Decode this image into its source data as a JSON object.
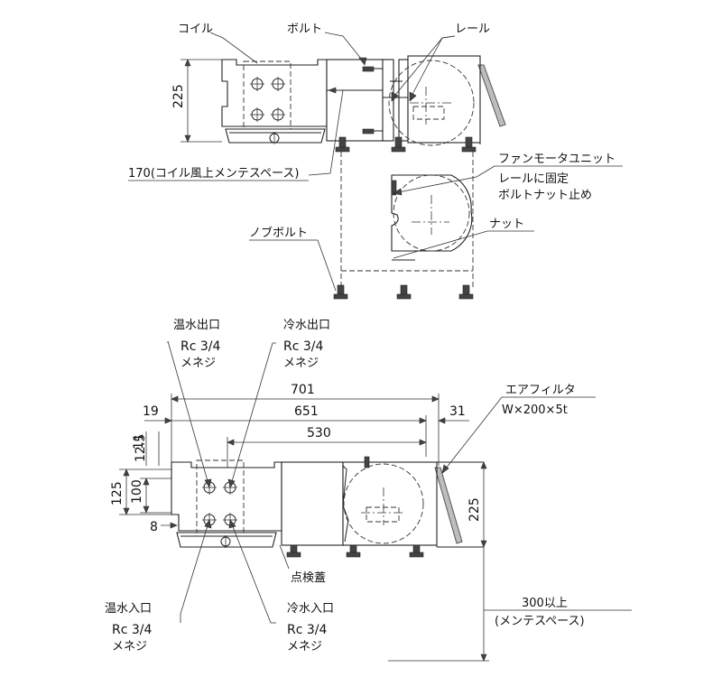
{
  "labels": {
    "coil": "コイル",
    "bolt": "ボルト",
    "rail": "レール",
    "coil_maint_space": "170(コイル風上メンテスペース)",
    "fan_motor_unit": "ファンモータユニット",
    "rail_fix_line1": "レールに固定",
    "rail_fix_line2": "ボルトナット止め",
    "nut": "ナット",
    "no_bolt": "ノブボルト",
    "hot_water_out": "温水出口",
    "hot_water_out_spec": "Rc 3/4",
    "hot_water_out_type": "メネジ",
    "cold_water_out": "冷水出口",
    "cold_water_out_spec": "Rc 3/4",
    "cold_water_out_type": "メネジ",
    "air_filter": "エアフィルタ",
    "air_filter_size": "W×200×5t",
    "inspection_lid": "点検蓋",
    "hot_water_in": "温水入口",
    "hot_water_in_spec": "Rc 3/4",
    "hot_water_in_type": "メネジ",
    "cold_water_in": "冷水入口",
    "cold_water_in_spec": "Rc 3/4",
    "cold_water_in_type": "メネジ",
    "maint_space_line1": "300以上",
    "maint_space_line2": "(メンテスペース)"
  },
  "dimensions": {
    "top_height": "225",
    "overall_width": "701",
    "width_651": "651",
    "width_530": "530",
    "offset_19": "19",
    "offset_31": "31",
    "dim_11": "11",
    "dim_12_5": "12.5",
    "dim_125": "125",
    "dim_100": "100",
    "dim_8": "8",
    "bottom_height": "225"
  }
}
